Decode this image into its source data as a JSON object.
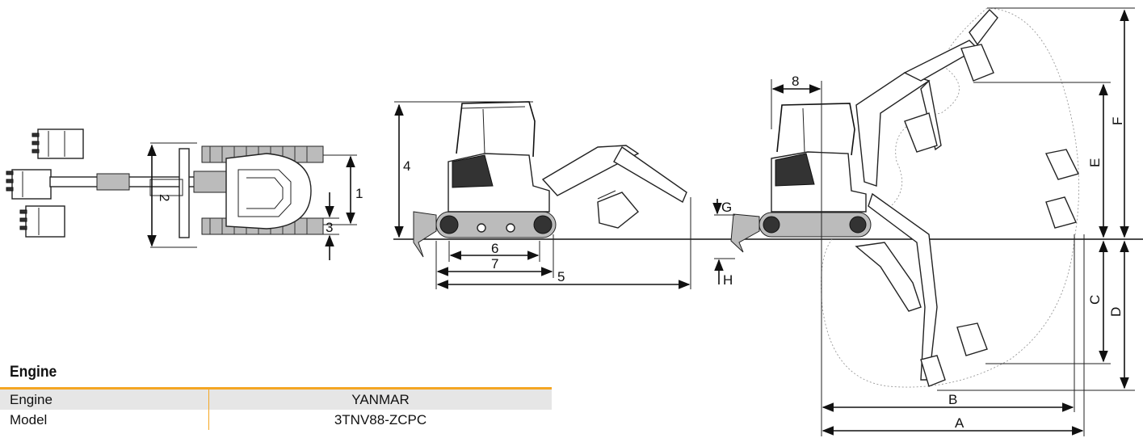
{
  "dimension_labels": {
    "d1": "1",
    "d2": "2",
    "d3": "3",
    "d4": "4",
    "d5": "5",
    "d6": "6",
    "d7": "7",
    "d8": "8",
    "A": "A",
    "B": "B",
    "C": "C",
    "D": "D",
    "E": "E",
    "F": "F",
    "G": "G",
    "H": "H"
  },
  "spec": {
    "heading": "Engine",
    "rows": [
      {
        "label": "Engine",
        "value": "YANMAR"
      },
      {
        "label": "Model",
        "value": "3TNV88-ZCPC"
      }
    ]
  }
}
